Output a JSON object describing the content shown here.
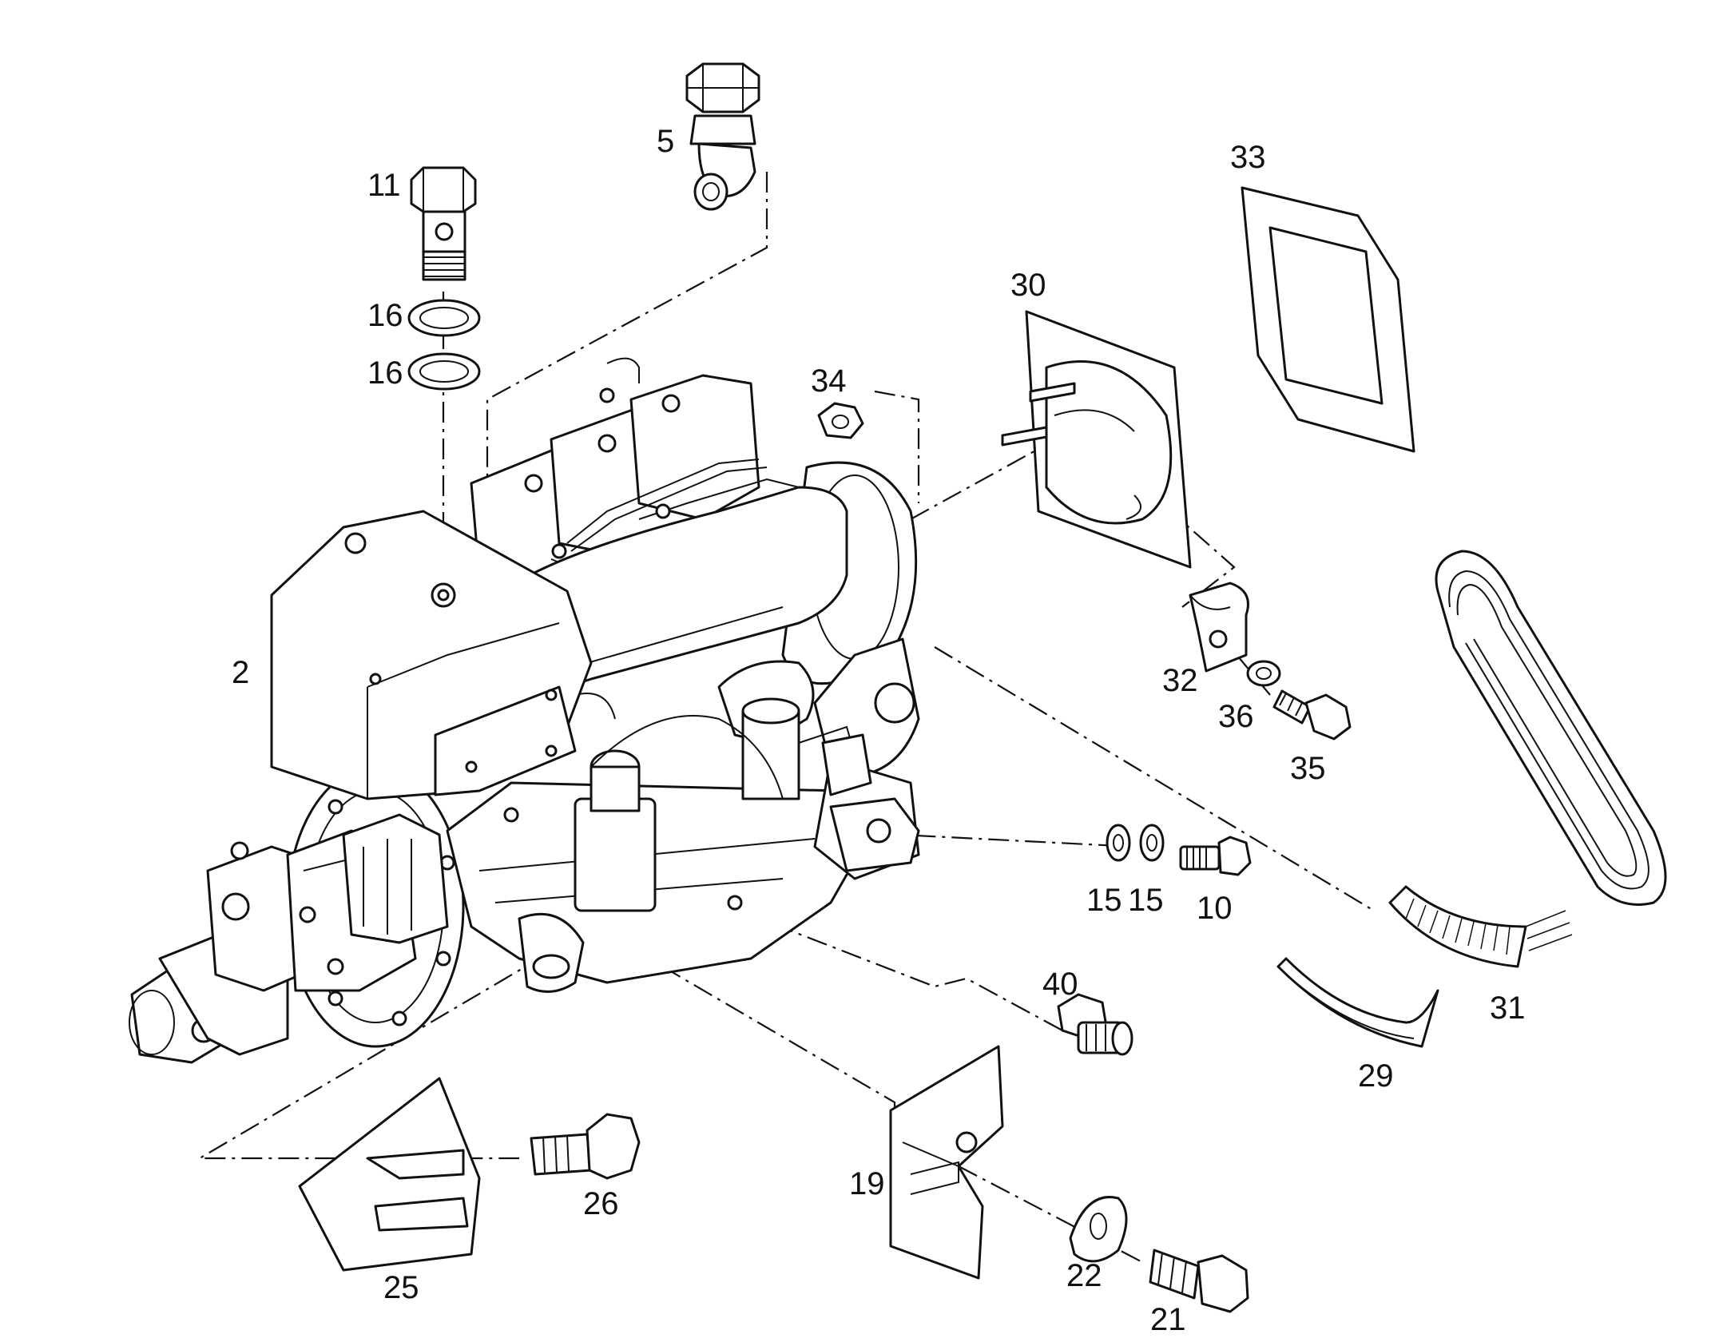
{
  "diagram": {
    "callouts": {
      "p2": "2",
      "p5": "5",
      "p10": "10",
      "p11": "11",
      "p15a": "15",
      "p15b": "15",
      "p16a": "16",
      "p16b": "16",
      "p19": "19",
      "p21": "21",
      "p22": "22",
      "p25": "25",
      "p26": "26",
      "p29": "29",
      "p30": "30",
      "p31": "31",
      "p32": "32",
      "p33": "33",
      "p34": "34",
      "p35": "35",
      "p36": "36",
      "p40": "40"
    }
  }
}
